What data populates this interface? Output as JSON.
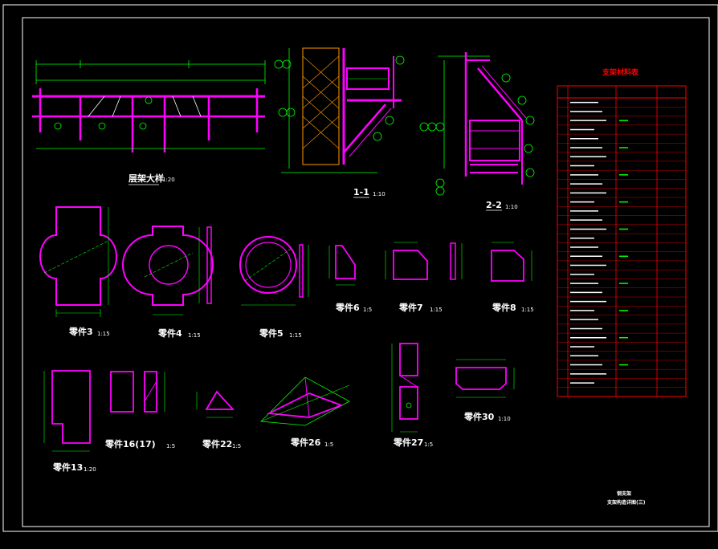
{
  "drawing": {
    "main_title": "层架大样",
    "main_title_scale": "1:20",
    "section_1": "1-1",
    "section_1_scale": "1:10",
    "section_2": "2-2",
    "section_2_scale": "1:10",
    "table_title": "支架材料表",
    "parts": [
      {
        "label": "零件3",
        "scale": "1:15"
      },
      {
        "label": "零件4",
        "scale": "1:15"
      },
      {
        "label": "零件5",
        "scale": "1:15"
      },
      {
        "label": "零件6",
        "scale": "1:5"
      },
      {
        "label": "零件7",
        "scale": "1:15"
      },
      {
        "label": "零件8",
        "scale": "1:15"
      },
      {
        "label": "零件13",
        "scale": "1:20"
      },
      {
        "label": "零件16(17)",
        "scale": "1:5"
      },
      {
        "label": "零件22",
        "scale": "1:5"
      },
      {
        "label": "零件26",
        "scale": "1:5"
      },
      {
        "label": "零件27",
        "scale": "1:5"
      },
      {
        "label": "零件30",
        "scale": "1:10"
      }
    ],
    "stamp_line1": "钢支架",
    "stamp_line2": "支架构造详图(三)"
  },
  "colors": {
    "magenta": "#ff00ff",
    "green": "#00ff00",
    "yellow": "#ffff00",
    "red": "#ff0000",
    "white": "#ffffff",
    "orange": "#ff9900"
  }
}
